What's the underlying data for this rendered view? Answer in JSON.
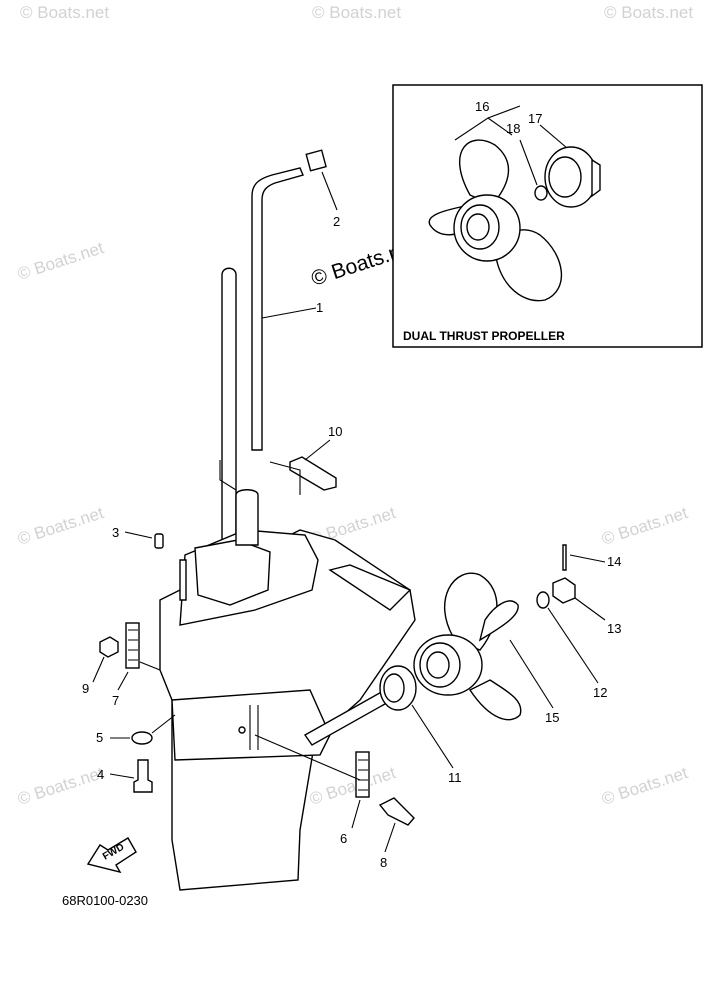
{
  "watermark": "© Boats.net",
  "inset_caption": "DUAL THRUST PROPELLER",
  "diagram_code": "68R0100-0230",
  "fwd_label": "FWD",
  "parts": {
    "p1": "1",
    "p2": "2",
    "p3": "3",
    "p4": "4",
    "p5": "5",
    "p6": "6",
    "p7": "7",
    "p8": "8",
    "p9": "9",
    "p10": "10",
    "p11": "11",
    "p12": "12",
    "p13": "13",
    "p14": "14",
    "p15": "15",
    "p16": "16",
    "p17": "17",
    "p18": "18"
  }
}
